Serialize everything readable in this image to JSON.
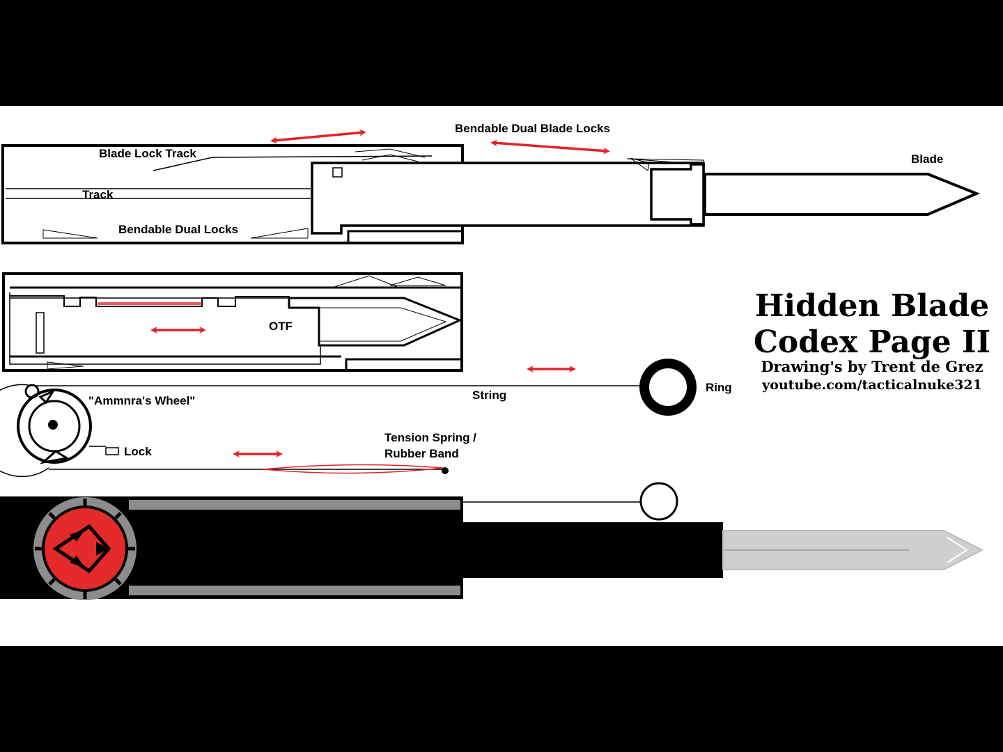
{
  "colors": {
    "frame": "#000000",
    "paper": "#ffffff",
    "ink": "#000000",
    "arrow": "#e32227",
    "seal_red": "#e42a2a",
    "metal_gray": "#8c8c8c",
    "blade_gray": "#cfcfcf"
  },
  "title_block": {
    "line1": "Hidden Blade",
    "line2": "Codex Page II",
    "credit": "Drawing's by Trent de Grez",
    "channel": "youtube.com/tacticalnuke321"
  },
  "labels": {
    "blade_lock_track": "Blade Lock Track",
    "track": "Track",
    "bendable_dual_locks": "Bendable Dual Locks",
    "bendable_dual_blade_locks": "Bendable Dual Blade Locks",
    "blade": "Blade",
    "otf": "OTF",
    "ammnras_wheel": "\"Ammnra's Wheel\"",
    "lock": "Lock",
    "string": "String",
    "ring": "Ring",
    "tension_spring_line1": "Tension Spring /",
    "tension_spring_line2": "Rubber Band"
  },
  "icons": {
    "movement_arrow": "double-headed-arrow-icon",
    "seal": "assassin-insignia-icon",
    "ring": "pull-ring-icon"
  }
}
